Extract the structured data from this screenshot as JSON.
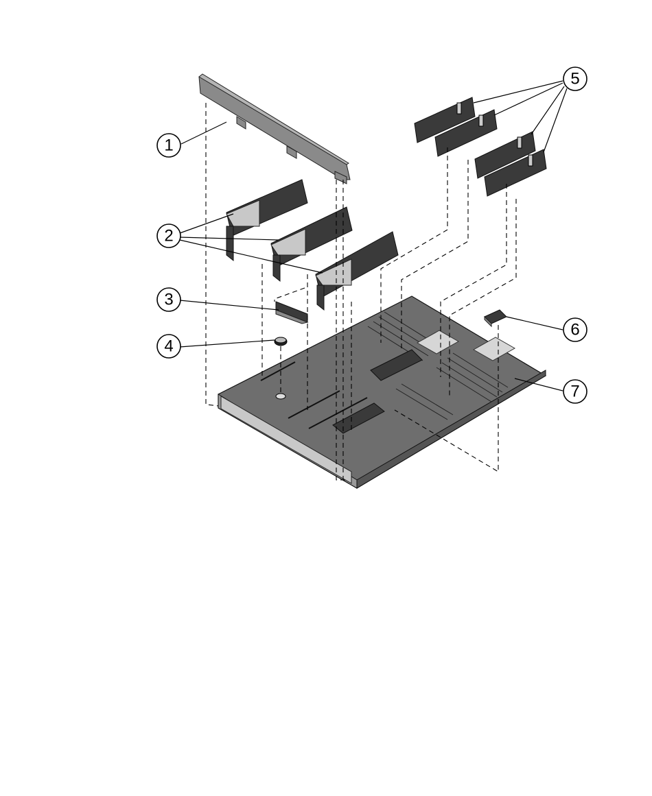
{
  "callouts": [
    {
      "id": "1",
      "label": "1"
    },
    {
      "id": "2",
      "label": "2"
    },
    {
      "id": "3",
      "label": "3"
    },
    {
      "id": "4",
      "label": "4"
    },
    {
      "id": "5",
      "label": "5"
    },
    {
      "id": "6",
      "label": "6"
    },
    {
      "id": "7",
      "label": "7"
    }
  ],
  "colors": {
    "background": "#ffffff",
    "line": "#000000",
    "part_dark": "#3a3a3a",
    "part_mid": "#8a8a8a",
    "part_light": "#c8c8c8"
  }
}
